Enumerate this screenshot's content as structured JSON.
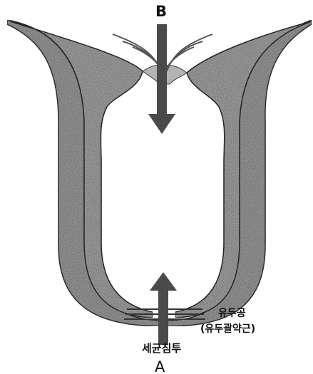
{
  "labels": {
    "top": "B",
    "bottom": "A",
    "pore": "유두공",
    "sphincter": "(유두괄약근)",
    "invasion": "세균침투"
  },
  "colors": {
    "wall_fill": "#a9a9a9",
    "wall_outline": "#3a3a3a",
    "arrow": "#4a4a4a",
    "background": "#ffffff"
  }
}
